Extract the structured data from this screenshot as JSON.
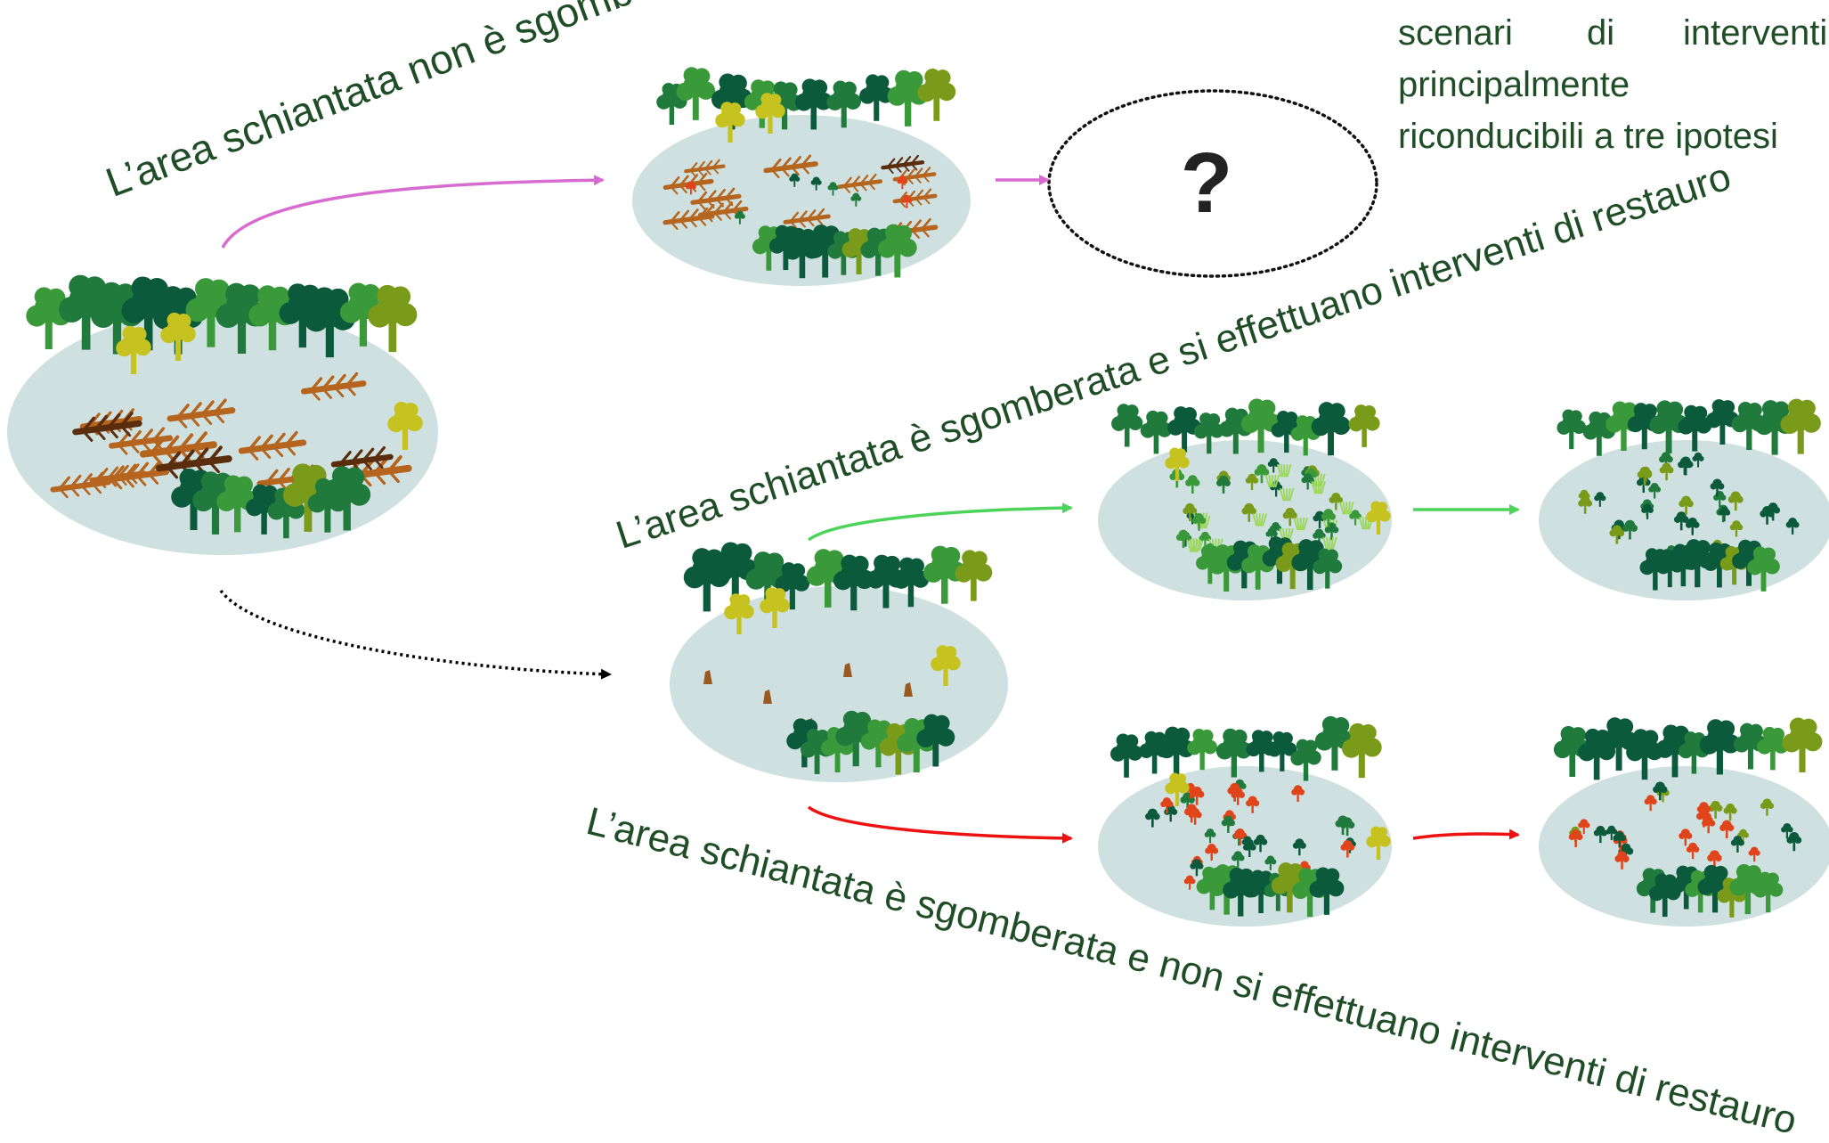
{
  "intro_text": {
    "line1_words": [
      "scenari",
      "di",
      "interventi"
    ],
    "line2": "principalmente",
    "line3": "riconducibili a tre ipotesi"
  },
  "labels": {
    "not_cleared": "L’area schiantata non è sgomberata",
    "cleared_restored": "L’area schiantata è sgomberata e si effettuano interventi di restauro",
    "cleared_not_restored": "L’area schiantata è sgomberata e non si effettuano interventi di restauro"
  },
  "unknown_outcome": "?",
  "colors": {
    "ground": "#cfe0e0",
    "dark_green": "#0b5a3c",
    "mid_green": "#1f7a3c",
    "light_green": "#3a9a3a",
    "olive": "#7a9a1a",
    "yellow_green": "#c6c21f",
    "deadwood": "#b5651d",
    "dark_brown": "#5a2d0c",
    "grass": "#9ad65a",
    "red_sapling": "#e0441a",
    "arrow_pink": "#d86bd0",
    "arrow_green": "#4cd45a",
    "arrow_red": "#ee1111",
    "arrow_black": "#000000",
    "text": "#1f4d26"
  }
}
